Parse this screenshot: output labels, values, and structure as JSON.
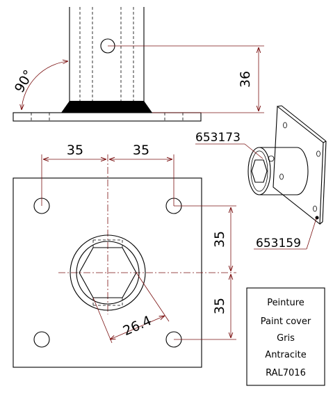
{
  "side_view": {
    "angle_label": "90°",
    "height_dim": "36"
  },
  "plan_view": {
    "spacing_left": "35",
    "spacing_right": "35",
    "spacing_upper": "35",
    "spacing_lower": "35",
    "hex_size": "26.4"
  },
  "iso_view": {
    "ref_tube": "653173",
    "ref_plate": "653159"
  },
  "note_box": {
    "line1": "Peinture",
    "line2": "Paint cover",
    "line3": "Gris",
    "line4": "Antracite",
    "line5": "RAL7016"
  }
}
